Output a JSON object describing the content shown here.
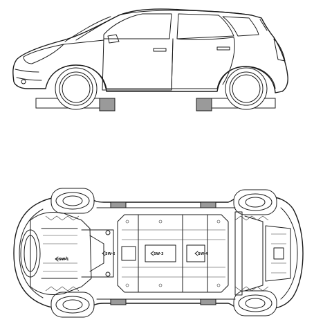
{
  "side_view": {
    "lift_points": [
      {
        "id": "front"
      },
      {
        "id": "rear"
      }
    ]
  },
  "underbody_view": {
    "lift_points": [
      {
        "id": "front-left"
      },
      {
        "id": "rear-left"
      },
      {
        "id": "front-right"
      },
      {
        "id": "rear-right"
      }
    ],
    "arrow_labels": [
      {
        "text": "SW-1"
      },
      {
        "text": "SW-2"
      },
      {
        "text": "SW-3"
      },
      {
        "text": "SW-4"
      }
    ]
  }
}
